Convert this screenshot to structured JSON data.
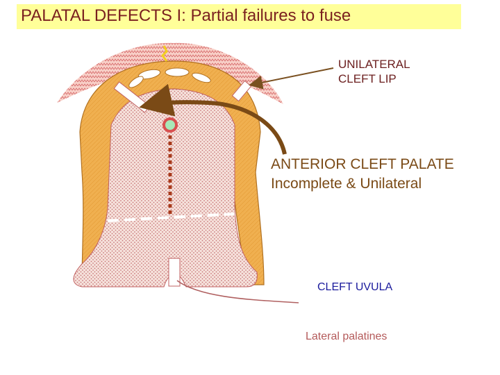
{
  "title": "PALATAL DEFECTS I: Partial failures to fuse",
  "labels": {
    "unilateral_cleft_lip": [
      "UNILATERAL",
      "CLEFT LIP"
    ],
    "anterior_cleft_palate": [
      "ANTERIOR CLEFT PALATE",
      "Incomplete & Unilateral"
    ],
    "cleft_uvula": "CLEFT UVULA",
    "lateral_palatines": "Lateral palatines"
  },
  "colors": {
    "title_background": "#ffff99",
    "title_text": "#7a1f1f",
    "gum_tissue": "#f0b050",
    "lip_tissue": "#f6c8c0",
    "palate_fill": "#f4dcd6",
    "palate_dots": "#c87878",
    "suture_marks": "#a83a1c",
    "arrow_lip": "#7a5020",
    "arrow_palate": "#7a4a16",
    "arrow_uvula": "#b06060",
    "text_anterior": "#7a4a16",
    "text_uvula": "#1a1a9c",
    "text_lateral": "#b45a5a"
  }
}
